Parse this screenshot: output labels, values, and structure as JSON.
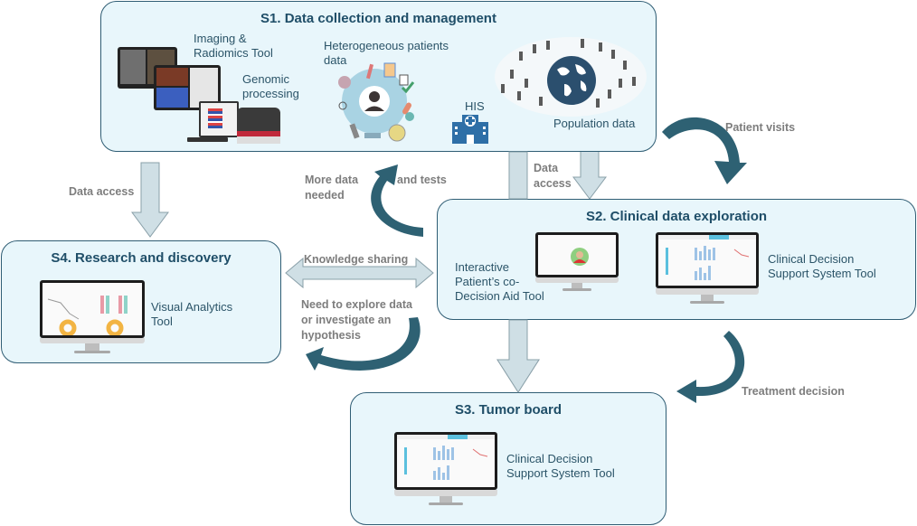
{
  "sections": {
    "s1": {
      "title": "S1. Data collection and management",
      "imaging_label": "Imaging & Radiomics Tool",
      "imaging_line1": "Imaging &",
      "imaging_line2": "Radiomics Tool",
      "genomic_line1": "Genomic",
      "genomic_line2": "processing",
      "hetero_line1": "Heterogeneous patients",
      "hetero_line2": "data",
      "his_label": "HIS",
      "population_label": "Population data"
    },
    "s2": {
      "title": "S2. Clinical data exploration",
      "pda_line1": "Interactive",
      "pda_line2": "Patient’s co-",
      "pda_line3": "Decision Aid Tool",
      "cdss_line1": "Clinical Decision",
      "cdss_line2": "Support System Tool"
    },
    "s3": {
      "title": "S3. Tumor board",
      "cdss_line1": "Clinical Decision",
      "cdss_line2": "Support System Tool"
    },
    "s4": {
      "title": "S4. Research and discovery",
      "va_line1": "Visual Analytics",
      "va_line2": "Tool"
    }
  },
  "flows": {
    "data_access_s4": "Data access",
    "data_access_s2_line1": "Data",
    "data_access_s2_line2": "access",
    "more_data_line1": "More data",
    "more_data_line2": "needed",
    "and_tests": "and tests",
    "patient_visits": "Patient visits",
    "knowledge_sharing": "Knowledge sharing",
    "explore_line1": "Need to explore data",
    "explore_line2": "or investigate an",
    "explore_line3": "hypothesis",
    "treatment_decision": "Treatment decision"
  },
  "colors": {
    "box_fill": "#e8f6fb",
    "box_border": "#2f5d74",
    "title_text": "#1f4e68",
    "block_arrow_fill": "#cfdfe5",
    "curved_arrow": "#2e6173",
    "flow_label": "#7d7d7d"
  }
}
